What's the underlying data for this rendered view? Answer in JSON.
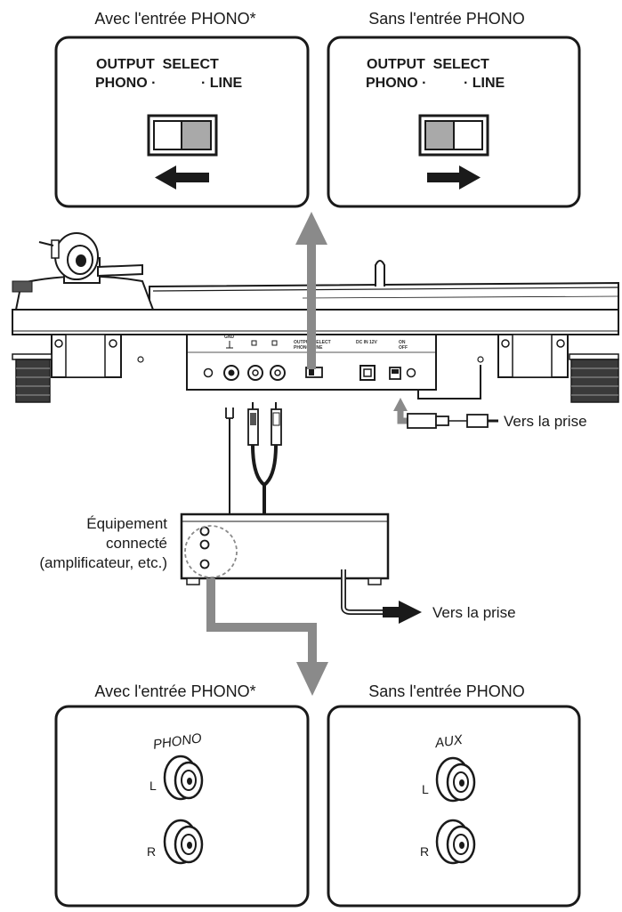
{
  "captions": {
    "top_left": "Avec l'entrée PHONO*",
    "top_right": "Sans l'entrée PHONO",
    "bottom_left": "Avec l'entrée PHONO*",
    "bottom_right": "Sans l'entrée PHONO"
  },
  "switch_panel": {
    "line1": "OUTPUT  SELECT",
    "line2_left": "PHONO ·",
    "line2_right": "· LINE"
  },
  "labels": {
    "power_outlet_1": "Vers la prise",
    "power_outlet_2": "Vers la prise",
    "equipment_1": "Équipement",
    "equipment_2": "connecté",
    "equipment_3": "(amplificateur, etc.)"
  },
  "jacks_left": {
    "title": "PHONO",
    "left": "L",
    "right": "R"
  },
  "jacks_right": {
    "title": "AUX",
    "left": "L",
    "right": "R"
  },
  "rear_panel": {
    "gnd": "GND",
    "output_select": "OUTPUT SELECT",
    "phono_line": "PHONO  LINE",
    "dc_in": "DC IN 12V",
    "on": "ON",
    "off": "OFF"
  },
  "colors": {
    "arrow_gray": "#8a8a8a",
    "switch_gray": "#a9a9a9",
    "ink": "#1a1a1a"
  }
}
